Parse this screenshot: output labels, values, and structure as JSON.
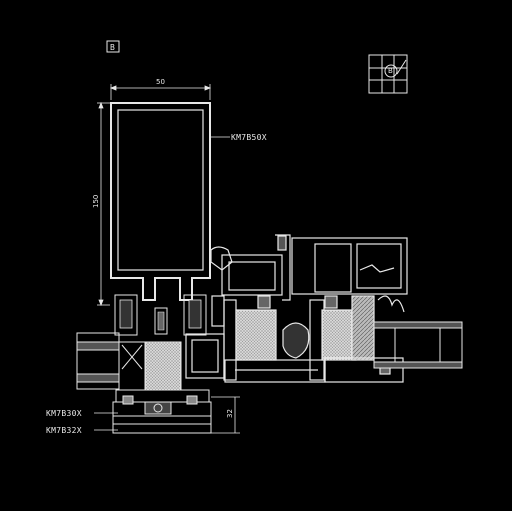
{
  "drawing": {
    "detail_mark": "B",
    "key_plan_mark": "B",
    "dimensions": {
      "mullion_width": "50",
      "mullion_depth": "150",
      "cover_depth": "32"
    },
    "callouts": {
      "mullion_profile": "KM7B50X",
      "pressure_plate": "KM7B30X",
      "cover_cap": "KM7B32X"
    }
  },
  "colors": {
    "background": "#000000",
    "line": "#e8e8e8",
    "glass_fill": "#9a9a9a",
    "insulation_fill": "#cfcfcf"
  }
}
